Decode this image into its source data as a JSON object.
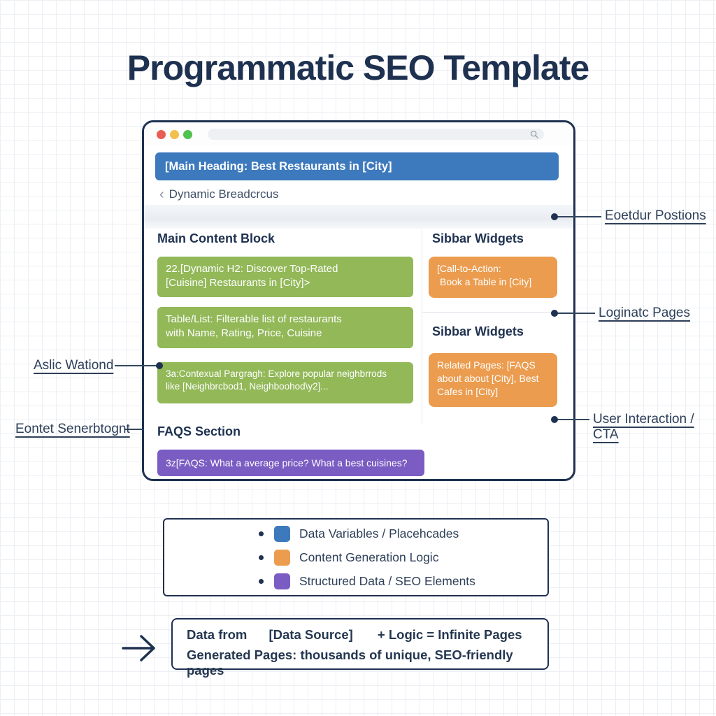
{
  "title": "Programmatic SEO Template",
  "browser": {
    "header": "[Main Heading: Best Restaurants in [City]",
    "breadcrumb": "Dynamic Breadcrcus",
    "main": {
      "heading": "Main Content Block",
      "blocks": [
        {
          "lines": [
            "22.[Dynamic H2: Discover Top-Rated",
            "[Cuisine] Restaurants in [City]>"
          ]
        },
        {
          "lines": [
            "Table/List: Filterable list of restaurants",
            "with Name, Rating, Price, Cuisine"
          ]
        },
        {
          "lines": [
            "3a:Contexual Pargragh: Explore popular neighbrrods",
            "like [Neighbrcbod1, Neighboohod\\y2]..."
          ]
        }
      ],
      "faqs_heading": "FAQS Section",
      "faqs_block": "3z[FAQS: What a average price? What a best cuisines?"
    },
    "sidebar": {
      "heading1": "Sibbar Widgets",
      "widget1": {
        "lines": [
          "[Call-to-Action:",
          "Book a Table in [City]"
        ]
      },
      "heading2": "Sibbar Widgets",
      "widget2": {
        "lines": [
          "Related Pages: [FAQS",
          "about about [City], Best",
          "Cafes in [City]"
        ]
      }
    }
  },
  "annotations": {
    "right1": "Eoetdur Postions",
    "right2": "Loginatc Pages",
    "right3": "User Interaction / CTA",
    "left1": "Aslic Wationd",
    "left2": "Eontet Senerbtognt"
  },
  "legend": {
    "items": [
      {
        "label": "Data Variables / Placehcades",
        "color": "#3d79bd"
      },
      {
        "label": "Content Generation Logic",
        "color": "#eb9c4f"
      },
      {
        "label": "Structured Data / SEO Elements",
        "color": "#7a5cc2"
      }
    ]
  },
  "formula": {
    "part1": "Data from",
    "part2": "[Data Source]",
    "part3": "+ Logic = Infinite Pages",
    "line2": "Generated Pages: thousands of unique, SEO-friendly pages"
  },
  "colors": {
    "navy": "#1e3150",
    "blue": "#3d79bd",
    "green": "#92b858",
    "orange": "#eb9c4f",
    "purple": "#7a5cc2"
  }
}
